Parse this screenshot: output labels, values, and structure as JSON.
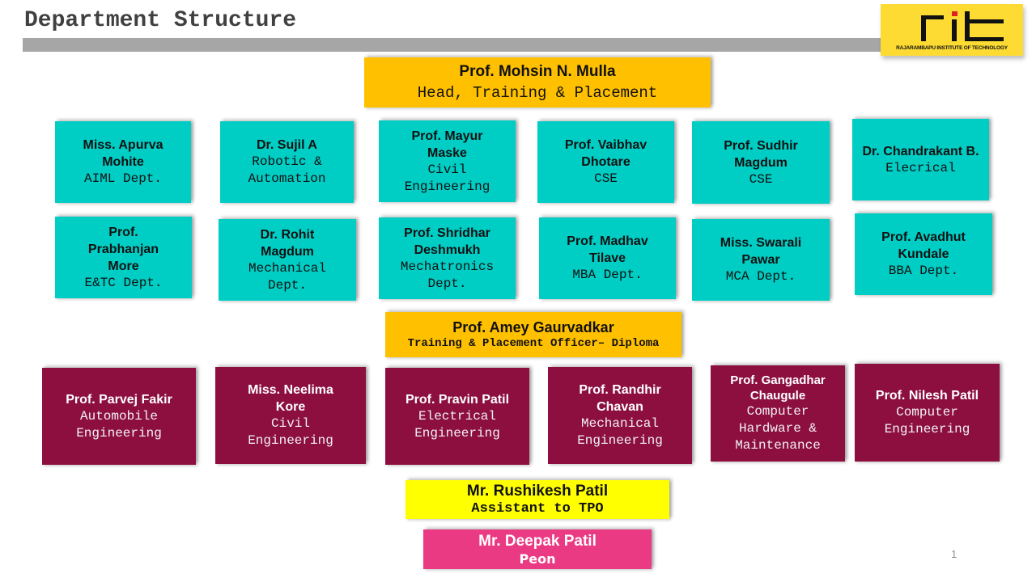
{
  "slide": {
    "title": "Department Structure",
    "page_number": "1"
  },
  "logo": {
    "mark": "rit",
    "institution": "RAJARAMBAPU INSTITUTE OF TECHNOLOGY",
    "colors": {
      "background": "#fddb33",
      "mark": "#111111",
      "dot": "#e02020"
    }
  },
  "colors": {
    "teal": "#00cdc4",
    "maroon": "#8c0f40",
    "orange": "#ffc000",
    "yellow": "#ffff00",
    "pink": "#ea3a83",
    "title_bar": "#a6a6a6"
  },
  "head": {
    "name": "Prof. Mohsin N. Mulla",
    "role": "Head, Training & Placement"
  },
  "coordinators_row1": [
    {
      "name": "Miss. Apurva Mohite",
      "role": "AIML Dept."
    },
    {
      "name": "Dr. Sujil A",
      "role": "Robotic & Automation"
    },
    {
      "name": "Prof. Mayur Maske",
      "role": "Civil Engineering"
    },
    {
      "name": "Prof. Vaibhav Dhotare",
      "role": "CSE"
    },
    {
      "name": "Prof. Sudhir Magdum",
      "role": "CSE"
    },
    {
      "name": "Dr. Chandrakant B.",
      "role": "Elecrical"
    }
  ],
  "coordinators_row2": [
    {
      "name": "Prof. Prabhanjan More",
      "role": "E&TC Dept."
    },
    {
      "name": "Dr. Rohit Magdum",
      "role": "Mechanical Dept."
    },
    {
      "name": "Prof. Shridhar Deshmukh",
      "role": "Mechatronics Dept."
    },
    {
      "name": "Prof. Madhav Tilave",
      "role": "MBA Dept."
    },
    {
      "name": "Miss. Swarali Pawar",
      "role": "MCA Dept."
    },
    {
      "name": "Prof. Avadhut Kundale",
      "role": "BBA Dept."
    }
  ],
  "diploma_officer": {
    "name": "Prof. Amey Gaurvadkar",
    "role": "Training & Placement Officer– Diploma"
  },
  "diploma_coordinators": [
    {
      "name": "Prof. Parvej Fakir",
      "role": "Automobile Engineering"
    },
    {
      "name": "Miss. Neelima Kore",
      "role": "Civil Engineering"
    },
    {
      "name": "Prof. Pravin Patil",
      "role": "Electrical Engineering"
    },
    {
      "name": "Prof. Randhir Chavan",
      "role": "Mechanical Engineering"
    },
    {
      "name": "Prof. Gangadhar Chaugule",
      "role": "Computer Hardware & Maintenance"
    },
    {
      "name": "Prof. Nilesh Patil",
      "role": "Computer Engineering"
    }
  ],
  "assistant": {
    "name": "Mr. Rushikesh Patil",
    "role": "Assistant to TPO"
  },
  "peon": {
    "name": "Mr. Deepak Patil",
    "role": "Peon"
  }
}
